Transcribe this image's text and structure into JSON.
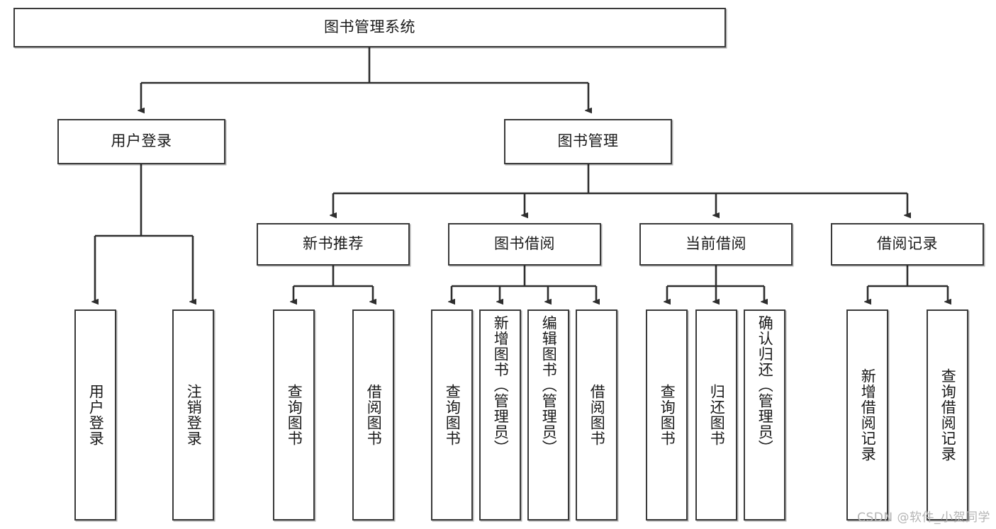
{
  "diagram": {
    "type": "tree-hierarchy-chart",
    "title": "图书管理系统",
    "stroke_color": "#3a3a3a",
    "background_color": "#ffffff",
    "text_color": "#1a1a1a",
    "root": {
      "label": "图书管理系统"
    },
    "level2": [
      {
        "label": "用户登录"
      },
      {
        "label": "图书管理"
      }
    ],
    "level3": [
      {
        "label": "新书推荐"
      },
      {
        "label": "图书借阅"
      },
      {
        "label": "当前借阅"
      },
      {
        "label": "借阅记录"
      }
    ],
    "leaves": {
      "user_login": [
        {
          "label": "用户登录"
        },
        {
          "label": "注销登录"
        }
      ],
      "new_book_recommend": [
        {
          "label": "查询图书"
        },
        {
          "label": "借阅图书"
        }
      ],
      "book_borrow": [
        {
          "label": "查询图书"
        },
        {
          "label": "新增图书（管理员）"
        },
        {
          "label": "编辑图书（管理员）"
        },
        {
          "label": "借阅图书"
        }
      ],
      "current_borrow": [
        {
          "label": "查询图书"
        },
        {
          "label": "归还图书"
        },
        {
          "label": "确认归还（管理员）"
        }
      ],
      "borrow_record": [
        {
          "label": "新增借阅记录"
        },
        {
          "label": "查询借阅记录"
        }
      ]
    }
  },
  "watermark": {
    "text": "CSDN @软件_小贺同学",
    "color": "#b4b4b4"
  }
}
